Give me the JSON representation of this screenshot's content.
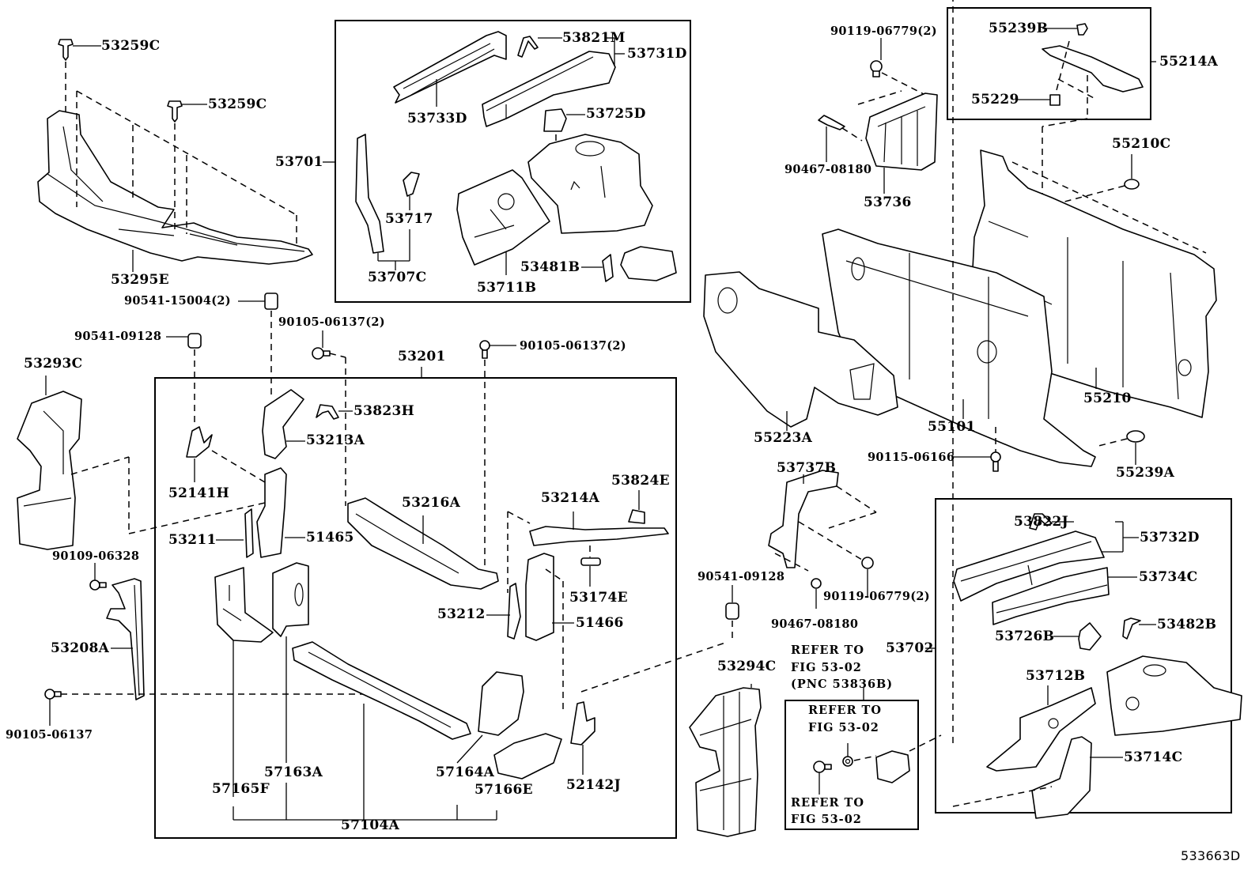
{
  "diagram": {
    "figure_code": "533663D",
    "labels": {
      "p53259C_a": "53259C",
      "p53259C_b": "53259C",
      "p53295E": "53295E",
      "p90541_15004": "90541-15004(2)",
      "p90541_09128_a": "90541-09128",
      "p90105_06137_a": "90105-06137(2)",
      "p90105_06137_b": "90105-06137(2)",
      "p53293C": "53293C",
      "p90109_06328": "90109-06328",
      "p53208A": "53208A",
      "p90105_06137_c": "90105-06137",
      "p53701": "53701",
      "p53821M": "53821M",
      "p53731D": "53731D",
      "p53733D": "53733D",
      "p53725D": "53725D",
      "p53717": "53717",
      "p53707C": "53707C",
      "p53711B": "53711B",
      "p53481B": "53481B",
      "p53201": "53201",
      "p53823H": "53823H",
      "p53213A": "53213A",
      "p52141H": "52141H",
      "p53211": "53211",
      "p51465": "51465",
      "p53216A": "53216A",
      "p53214A": "53214A",
      "p53824E": "53824E",
      "p53174E": "53174E",
      "p53212": "53212",
      "p51466": "51466",
      "p57165F": "57165F",
      "p57163A": "57163A",
      "p57164A": "57164A",
      "p57166E": "57166E",
      "p52142J": "52142J",
      "p57104A": "57104A",
      "p90119_06779_a": "90119-06779(2)",
      "p90467_08180_a": "90467-08180",
      "p53736": "53736",
      "p55239B": "55239B",
      "p55229": "55229",
      "p55214A": "55214A",
      "p55210C": "55210C",
      "p55223A": "55223A",
      "p55101": "55101",
      "p55210": "55210",
      "p90115_06166": "90115-06166",
      "p55239A": "55239A",
      "p53737B": "53737B",
      "p90541_09128_b": "90541-09128",
      "p90467_08180_b": "90467-08180",
      "p90119_06779_b": "90119-06779(2)",
      "p53294C": "53294C",
      "p53702": "53702",
      "p53822J": "53822J",
      "p53732D": "53732D",
      "p53734C": "53734C",
      "p53482B": "53482B",
      "p53726B": "53726B",
      "p53712B": "53712B",
      "p53714C": "53714C"
    },
    "references": {
      "ref_top_line1": "REFER TO",
      "ref_top_line2": "FIG 53-02",
      "ref_top_line3": "(PNC 53836B)",
      "ref_box_top_line1": "REFER TO",
      "ref_box_top_line2": "FIG 53-02",
      "ref_box_bottom_line1": "REFER TO",
      "ref_box_bottom_line2": "FIG 53-02"
    }
  }
}
